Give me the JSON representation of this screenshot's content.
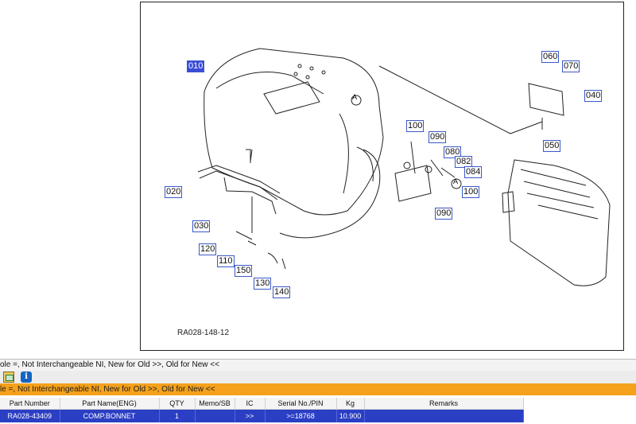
{
  "diagram": {
    "callouts": {
      "c010": "010",
      "c020": "020",
      "c030": "030",
      "c040": "040",
      "c050": "050",
      "c060": "060",
      "c070": "070",
      "c080": "080",
      "c082": "082",
      "c084": "084",
      "c090a": "090",
      "c090b": "090",
      "c100a": "100",
      "c100b": "100",
      "c110": "110",
      "c120": "120",
      "c130": "130",
      "c140": "140",
      "c150": "150"
    },
    "ref_marker": "A",
    "drawing_code": "RA028-148-12",
    "selected_callout": "010"
  },
  "legend_text": "ole =, Not Interchangeable NI, New for Old >>, Old for New <<",
  "toolbar": {
    "info_glyph": "i"
  },
  "orange_text": "le =, Not Interchangeable NI, New for Old >>, Old for New <<",
  "table": {
    "columns": [
      "Part Number",
      "Part Name(ENG)",
      "QTY",
      "Memo/SB",
      "IC",
      "Serial No./PIN",
      "Kg",
      "Remarks"
    ],
    "rows": [
      {
        "part_number": "RA028-43409",
        "part_name": "COMP.BONNET",
        "qty": "1",
        "memo": "",
        "ic": ">>",
        "serial": ">=18768",
        "kg": "10.900",
        "remarks": ""
      }
    ]
  },
  "colors": {
    "selection": "#2b3fc4",
    "orange_bar": "#f5a11b",
    "callout_border": "#3a59c8"
  }
}
